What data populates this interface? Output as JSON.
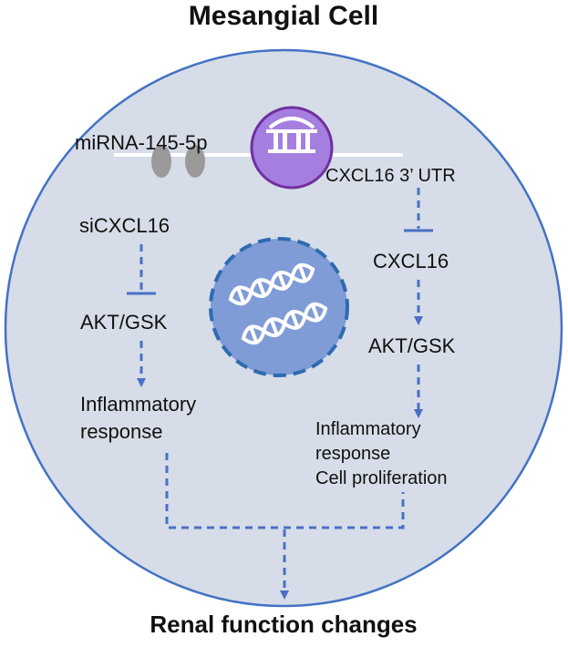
{
  "title": "Mesangial Cell",
  "footer": "Renal function changes",
  "left_path": {
    "inhibitor": "siCXCL16",
    "target": "AKT/GSK",
    "outcome_line1": "Inflammatory",
    "outcome_line2": "response"
  },
  "right_path": {
    "utr": "CXCL16 3’ UTR",
    "gene": "CXCL16",
    "target": "AKT/GSK",
    "outcome_line1": "Inflammatory",
    "outcome_line2": "response",
    "outcome_line3": "Cell proliferation"
  },
  "membrane": {
    "mirna": "miRNA-145-5p"
  },
  "icons": {
    "nucleus": "dna-nucleus-icon",
    "receptor": "receptor-icon"
  },
  "colors": {
    "cell_fill": "#d6dde8",
    "cell_stroke": "#4472c4",
    "arrow": "#4a6fc5",
    "nucleus_fill": "#7f9cd6",
    "nucleus_stroke": "#2e6bb0",
    "receptor_fill": "#a57fe0",
    "receptor_stroke": "#7030a0"
  }
}
